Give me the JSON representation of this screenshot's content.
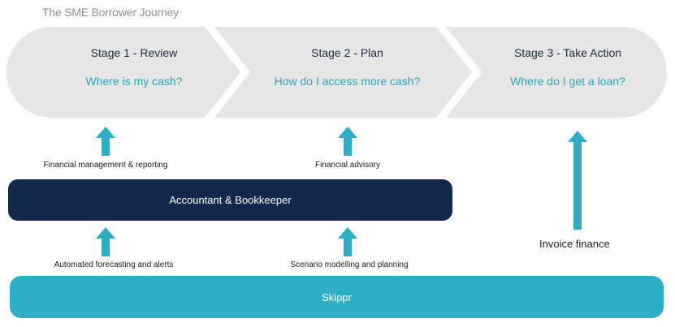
{
  "title": "The SME Borrower Journey",
  "stages": [
    {
      "name": "Stage 1 - Review",
      "question": "Where is my cash?"
    },
    {
      "name": "Stage 2 - Plan",
      "question": "How do I access more cash?"
    },
    {
      "name": "Stage 3 - Take Action",
      "question": "Where do I get a loan?"
    }
  ],
  "labels": {
    "financial_management": "Financial management & reporting",
    "financial_advisory": "Financial advisory",
    "automated_forecasting": "Automated forecasting and alerts",
    "scenario_modelling": "Scenario modelling and planning",
    "invoice_finance": "Invoice finance"
  },
  "bars": {
    "accountant": "Accountant & Bookkeeper",
    "skippr": "Skippr"
  },
  "colors": {
    "stage_fill": "#e6e6e6",
    "question": "#2aa3bf",
    "arrow": "#2eaec5",
    "accountant_bar": "#13294b",
    "skippr_bar": "#2eaec5"
  }
}
